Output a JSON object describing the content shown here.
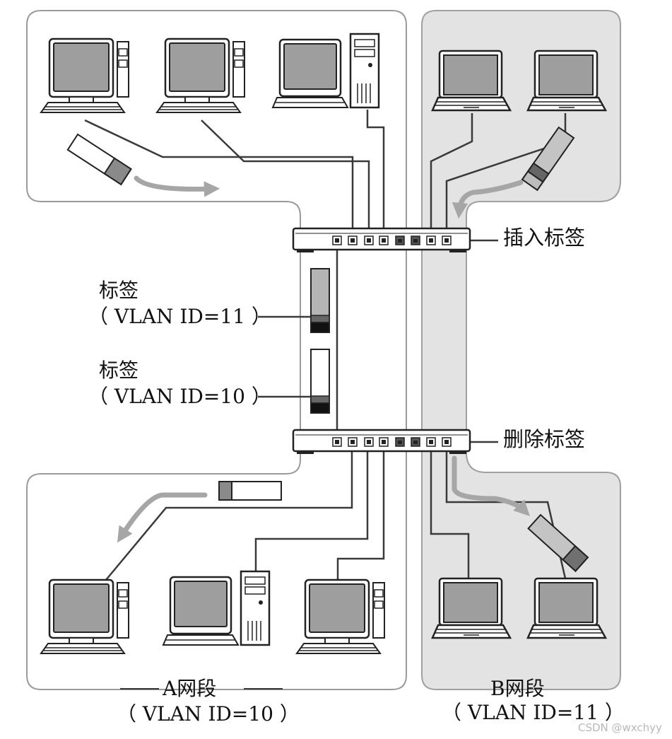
{
  "switch_top": {
    "label": "插入标签"
  },
  "switch_bottom": {
    "label": "删除标签"
  },
  "tag_vlan11": {
    "title": "标签",
    "id_text": "（ VLAN ID=11 ）"
  },
  "tag_vlan10": {
    "title": "标签",
    "id_text": "（ VLAN ID=10 ）"
  },
  "segment_a": {
    "name": "A网段",
    "vlan_text": "（ VLAN ID=10 ）"
  },
  "segment_b": {
    "name": "B网段",
    "vlan_text": "（ VLAN ID=11 ）"
  },
  "watermark": "CSDN @wxchyy",
  "colors": {
    "segment_a_border": "#9a9a9a",
    "segment_b_fill": "#e3e3e3",
    "cable": "#3a3a3a",
    "arrow": "#a6a6a6",
    "tag_vlan10": "#ffffff",
    "tag_vlan11": "#b4b4b4"
  },
  "icons": [
    "desktop-computer-icon",
    "tower-pc-icon",
    "laptop-icon",
    "network-switch-icon",
    "ethernet-port-icon",
    "frame-tag-icon",
    "flow-arrow-icon"
  ]
}
